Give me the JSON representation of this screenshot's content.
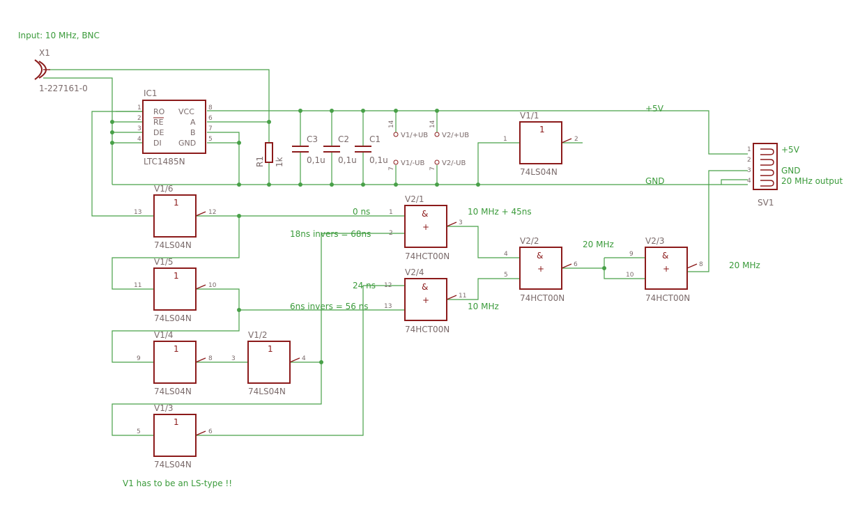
{
  "notes": {
    "input": "Input: 10 MHz, BNC",
    "ls_type": "V1 has to be an LS-type !!"
  },
  "connector_x1": {
    "name": "X1",
    "value": "1-227161-0"
  },
  "ic1": {
    "name": "IC1",
    "value": "LTC1485N",
    "pins_left": [
      {
        "num": "1",
        "label": "RO"
      },
      {
        "num": "2",
        "label": "RE"
      },
      {
        "num": "3",
        "label": "DE"
      },
      {
        "num": "4",
        "label": "DI"
      }
    ],
    "pins_right": [
      {
        "num": "8",
        "label": "VCC"
      },
      {
        "num": "6",
        "label": "A"
      },
      {
        "num": "7",
        "label": "B"
      },
      {
        "num": "5",
        "label": "GND"
      }
    ]
  },
  "r1": {
    "name": "R1",
    "value": "1k"
  },
  "caps": [
    {
      "name": "C3",
      "value": "0,1u"
    },
    {
      "name": "C2",
      "value": "0,1u"
    },
    {
      "name": "C1",
      "value": "0,1u"
    }
  ],
  "power": {
    "v1_ub_pos": "V1/+UB",
    "v2_ub_pos": "V2/+UB",
    "v1_ub_neg": "V1/-UB",
    "v2_ub_neg": "V2/-UB",
    "pin14": "14",
    "pin7": "7"
  },
  "nets": {
    "vcc": "+5V",
    "gnd": "GND",
    "ns0": "0 ns",
    "mhz10_45": "10 MHz + 45ns",
    "inv18": "18ns invers = 68ns",
    "ns24": "24 ns",
    "inv6": "6ns invers = 56 ns",
    "mhz10": "10 MHz",
    "mhz20a": "20 MHz",
    "mhz20b": "20 MHz"
  },
  "inverters": [
    {
      "name": "V1/1",
      "value": "74LS04N",
      "sym": "1",
      "in": "1",
      "out": "2"
    },
    {
      "name": "V1/6",
      "value": "74LS04N",
      "sym": "1",
      "in": "13",
      "out": "12"
    },
    {
      "name": "V1/5",
      "value": "74LS04N",
      "sym": "1",
      "in": "11",
      "out": "10"
    },
    {
      "name": "V1/4",
      "value": "74LS04N",
      "sym": "1",
      "in": "9",
      "out": "8"
    },
    {
      "name": "V1/2",
      "value": "74LS04N",
      "sym": "1",
      "in": "3",
      "out": "4"
    },
    {
      "name": "V1/3",
      "value": "74LS04N",
      "sym": "1",
      "in": "5",
      "out": "6"
    }
  ],
  "nand_gates": [
    {
      "name": "V2/1",
      "value": "74HCT00N",
      "in1": "1",
      "in2": "2",
      "out": "3"
    },
    {
      "name": "V2/4",
      "value": "74HCT00N",
      "in1": "12",
      "in2": "13",
      "out": "11"
    },
    {
      "name": "V2/2",
      "value": "74HCT00N",
      "in1": "4",
      "in2": "5",
      "out": "6"
    },
    {
      "name": "V2/3",
      "value": "74HCT00N",
      "in1": "9",
      "in2": "10",
      "out": "8"
    }
  ],
  "nand_symbol": {
    "amp": "&",
    "plus": "+"
  },
  "sv1": {
    "name": "SV1",
    "pins": [
      "1",
      "2",
      "3",
      "4"
    ],
    "labels": {
      "p1": "+5V",
      "p3": "GND",
      "p4": "20 MHz output"
    }
  }
}
